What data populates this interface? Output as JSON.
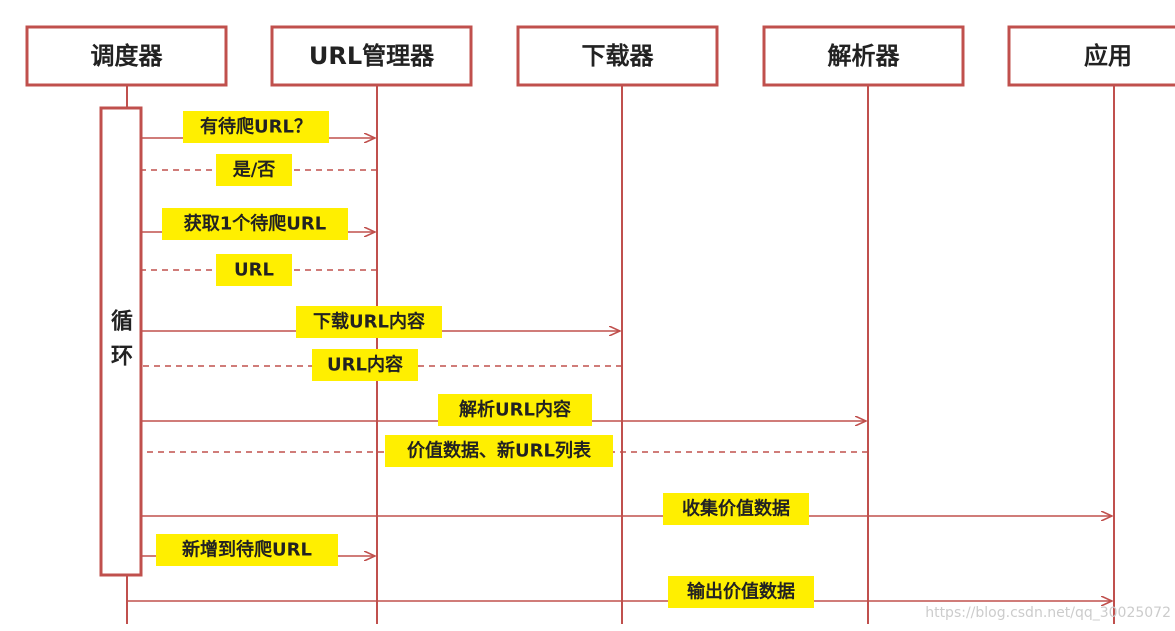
{
  "participants": [
    {
      "id": "scheduler",
      "label": "调度器"
    },
    {
      "id": "url_manager",
      "label": "URL管理器"
    },
    {
      "id": "downloader",
      "label": "下载器"
    },
    {
      "id": "parser",
      "label": "解析器"
    },
    {
      "id": "app",
      "label": "应用"
    }
  ],
  "loop": {
    "line1": "循",
    "line2": "环"
  },
  "messages": [
    {
      "label": "有待爬URL？",
      "from": "scheduler",
      "to": "url_manager",
      "style": "solid",
      "arrow": true
    },
    {
      "label": "是/否",
      "from": "url_manager",
      "to": "scheduler",
      "style": "dashed",
      "arrow": false
    },
    {
      "label": "获取1个待爬URL",
      "from": "scheduler",
      "to": "url_manager",
      "style": "solid",
      "arrow": true
    },
    {
      "label": "URL",
      "from": "url_manager",
      "to": "scheduler",
      "style": "dashed",
      "arrow": false
    },
    {
      "label": "下载URL内容",
      "from": "scheduler",
      "to": "downloader",
      "style": "solid",
      "arrow": true
    },
    {
      "label": "URL内容",
      "from": "downloader",
      "to": "scheduler",
      "style": "dashed",
      "arrow": false
    },
    {
      "label": "解析URL内容",
      "from": "scheduler",
      "to": "parser",
      "style": "solid",
      "arrow": true
    },
    {
      "label": "价值数据、新URL列表",
      "from": "parser",
      "to": "scheduler",
      "style": "dashed",
      "arrow": false
    },
    {
      "label": "收集价值数据",
      "from": "scheduler",
      "to": "app",
      "style": "solid",
      "arrow": true
    },
    {
      "label": "新增到待爬URL",
      "from": "scheduler",
      "to": "url_manager",
      "style": "solid",
      "arrow": true
    },
    {
      "label": "输出价值数据",
      "from": "scheduler",
      "to": "app",
      "style": "solid",
      "arrow": true
    }
  ],
  "watermark": "https://blog.csdn.net/qq_30025072"
}
